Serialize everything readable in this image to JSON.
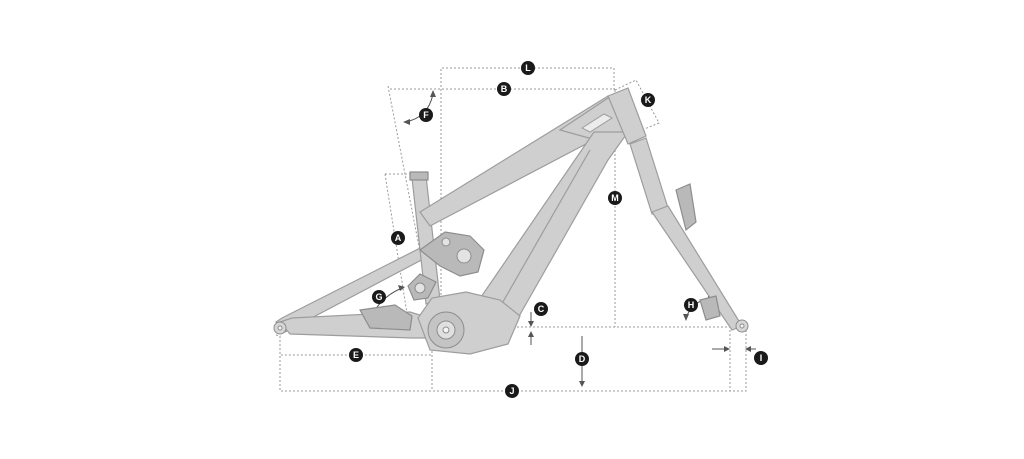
{
  "labels": {
    "A": "A",
    "B": "B",
    "C": "C",
    "D": "D",
    "E": "E",
    "F": "F",
    "G": "G",
    "H": "H",
    "I": "I",
    "J": "J",
    "K": "K",
    "L": "L",
    "M": "M"
  },
  "colors": {
    "frame": "#cfcfcf",
    "frame_outline": "#9d9d9d",
    "dimension_line": "#9a9a9a",
    "badge": "#1a1a1a"
  }
}
